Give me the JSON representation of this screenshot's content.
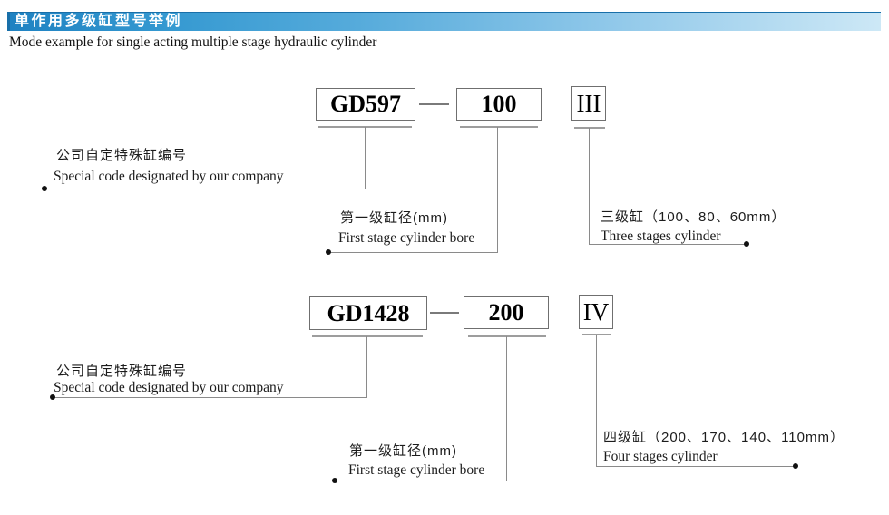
{
  "page": {
    "title_zh": "单作用多级缸型号举例",
    "subtitle_en": "Mode example for single acting multiple stage hydraulic cylinder"
  },
  "colors": {
    "header_gradient_left": "#1f82c2",
    "header_gradient_right": "#cde8f6",
    "box_border": "#6f6f6f",
    "callout_line": "#8a8a8a",
    "text": "#1a1a1a"
  },
  "examples": [
    {
      "code": "GD597",
      "bore": "100",
      "stages_numeral": "III",
      "callouts": {
        "special_code": {
          "zh": "公司自定特殊缸编号",
          "en": "Special code designated by our company"
        },
        "first_stage_bore": {
          "zh": "第一级缸径(mm)",
          "en": "First stage cylinder bore"
        },
        "stages": {
          "zh": "三级缸（100、80、60mm）",
          "en": "Three stages cylinder"
        }
      }
    },
    {
      "code": "GD1428",
      "bore": "200",
      "stages_numeral": "IV",
      "callouts": {
        "special_code": {
          "zh": "公司自定特殊缸编号",
          "en": "Special code designated by our company"
        },
        "first_stage_bore": {
          "zh": "第一级缸径(mm)",
          "en": "First stage cylinder bore"
        },
        "stages": {
          "zh": "四级缸（200、170、140、110mm）",
          "en": "Four stages cylinder"
        }
      }
    }
  ]
}
